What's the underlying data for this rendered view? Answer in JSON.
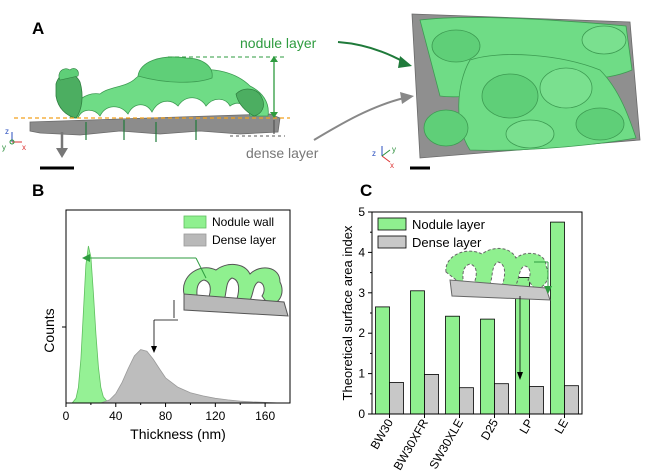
{
  "panels": {
    "a": {
      "letter": "A",
      "nodule_label": "nodule layer",
      "dense_label": "dense layer",
      "axis_z": "z",
      "axis_y": "y",
      "axis_x": "x",
      "colors": {
        "nodule": "#6fdc86",
        "dense": "#8c8c8c",
        "nodule_text": "#2e9b3f",
        "dense_text": "#777777",
        "dashed": "#f2a11e"
      }
    },
    "b": {
      "letter": "B"
    },
    "c": {
      "letter": "C"
    }
  },
  "chart_data": [
    {
      "type": "area",
      "panel": "B",
      "xlabel": "Thickness (nm)",
      "ylabel": "Counts",
      "xlim": [
        0,
        180
      ],
      "x_ticks": [
        0,
        40,
        80,
        120,
        160
      ],
      "y_ticks_shown": false,
      "legend": "top-right",
      "series": [
        {
          "name": "Nodule wall",
          "color": "#8ff08f",
          "x": [
            5,
            8,
            10,
            12,
            14,
            16,
            18,
            20,
            22,
            24,
            26,
            28,
            30,
            33,
            36
          ],
          "y": [
            0.0,
            0.03,
            0.1,
            0.28,
            0.58,
            0.88,
            1.0,
            0.93,
            0.7,
            0.44,
            0.23,
            0.1,
            0.04,
            0.01,
            0.0
          ]
        },
        {
          "name": "Dense layer",
          "color": "#b9b9b9",
          "x": [
            28,
            35,
            40,
            45,
            50,
            55,
            60,
            65,
            70,
            75,
            80,
            90,
            100,
            110,
            120,
            130,
            140,
            150,
            160,
            172
          ],
          "y": [
            0.0,
            0.02,
            0.06,
            0.13,
            0.22,
            0.3,
            0.34,
            0.33,
            0.28,
            0.22,
            0.16,
            0.1,
            0.065,
            0.045,
            0.03,
            0.02,
            0.012,
            0.007,
            0.004,
            0.0
          ]
        }
      ]
    },
    {
      "type": "bar",
      "panel": "C",
      "categories": [
        "BW30",
        "BW30XFR",
        "SW30XLE",
        "D25",
        "LP",
        "LE"
      ],
      "series": [
        {
          "name": "Nodule layer",
          "color": "#8ff08f",
          "values": [
            2.65,
            3.05,
            2.42,
            2.35,
            3.38,
            4.75
          ]
        },
        {
          "name": "Dense layer",
          "color": "#c8c8c8",
          "values": [
            0.78,
            0.98,
            0.65,
            0.75,
            0.68,
            0.7
          ]
        }
      ],
      "ylabel": "Theoretical surface area index",
      "ylim": [
        0,
        5
      ],
      "y_ticks": [
        0,
        1,
        2,
        3,
        4,
        5
      ],
      "legend": "top-left"
    }
  ]
}
